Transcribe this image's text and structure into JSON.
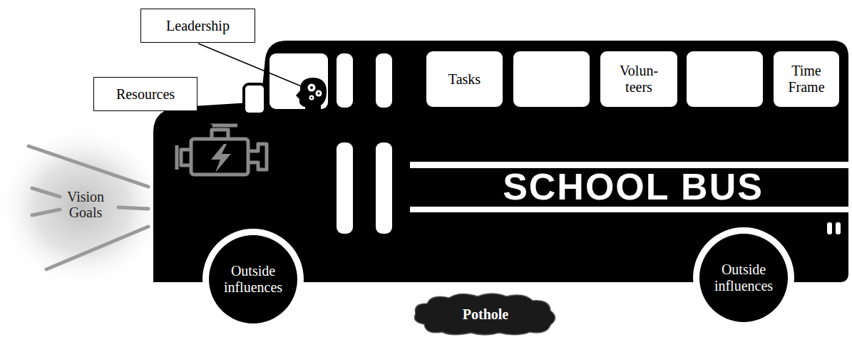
{
  "diagram": {
    "nodes": [
      {
        "text": [
          "Leadership"
        ]
      },
      {
        "text": [
          "Resources"
        ]
      },
      {
        "text": [
          "Tasks"
        ]
      },
      {
        "text": [
          "Volun- teers"
        ]
      },
      {
        "text": [
          "Time Frame"
        ]
      },
      {
        "text": [
          "Outside influences"
        ]
      },
      {
        "text": [
          "Outside influences"
        ]
      },
      {
        "text": [
          "Pothole"
        ]
      }
    ],
    "labels": [
      "Vision Goals",
      "SCHOOL BUS"
    ]
  }
}
